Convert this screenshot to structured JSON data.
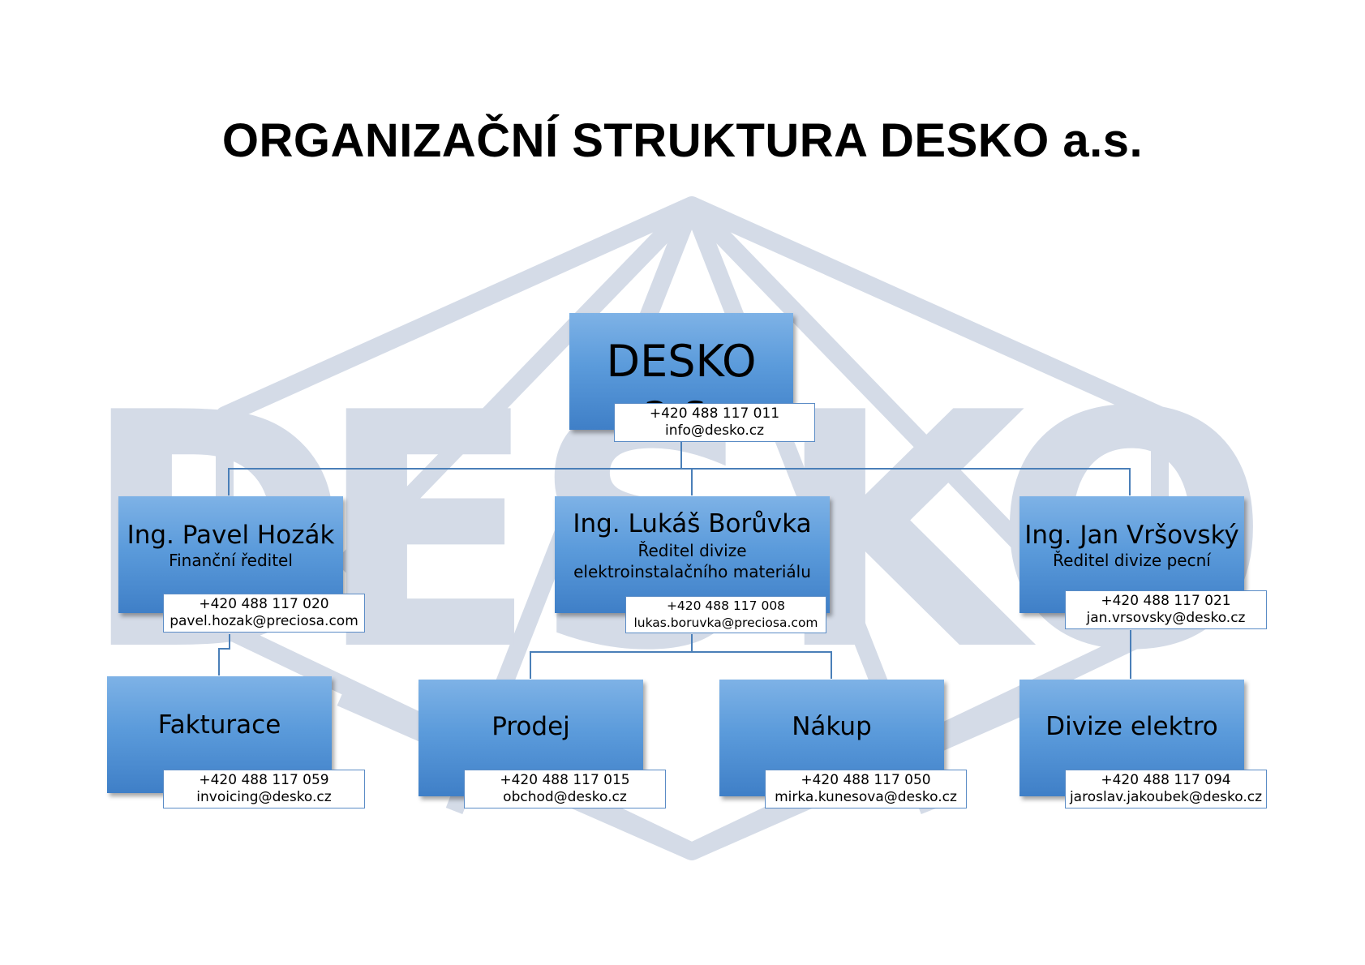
{
  "title": "ORGANIZAČNÍ STRUKTURA DESKO a.s.",
  "watermark": {
    "letters": [
      "D",
      "E",
      "S",
      "K",
      "O"
    ],
    "color": "#d4dbe7"
  },
  "colors": {
    "node": "#5b9bdb",
    "connector": "#4a7fb8",
    "contact_border": "#5b8cc6"
  },
  "root": {
    "name": "DESKO a.s.",
    "phone": "+420 488 117 011",
    "email": "info@desko.cz"
  },
  "directors": [
    {
      "name": "Ing. Pavel Hozák",
      "role": "Finanční ředitel",
      "phone": "+420 488 117 020",
      "email": "pavel.hozak@preciosa.com"
    },
    {
      "name": "Ing. Lukáš Borůvka",
      "role": "Ředitel divize elektroinstalačního materiálu",
      "phone": "+420 488 117 008",
      "email": "lukas.boruvka@preciosa.com"
    },
    {
      "name": "Ing. Jan Vršovský",
      "role": "Ředitel divize pecní",
      "phone": "+420 488 117 021",
      "email": "jan.vrsovsky@desko.cz"
    }
  ],
  "departments": [
    {
      "name": "Fakturace",
      "phone": "+420 488 117 059",
      "email": "invoicing@desko.cz"
    },
    {
      "name": "Prodej",
      "phone": "+420 488 117 015",
      "email": "obchod@desko.cz"
    },
    {
      "name": "Nákup",
      "phone": "+420 488 117 050",
      "email": "mirka.kunesova@desko.cz"
    },
    {
      "name": "Divize elektro",
      "phone": "+420 488 117 094",
      "email": "jaroslav.jakoubek@desko.cz"
    }
  ]
}
